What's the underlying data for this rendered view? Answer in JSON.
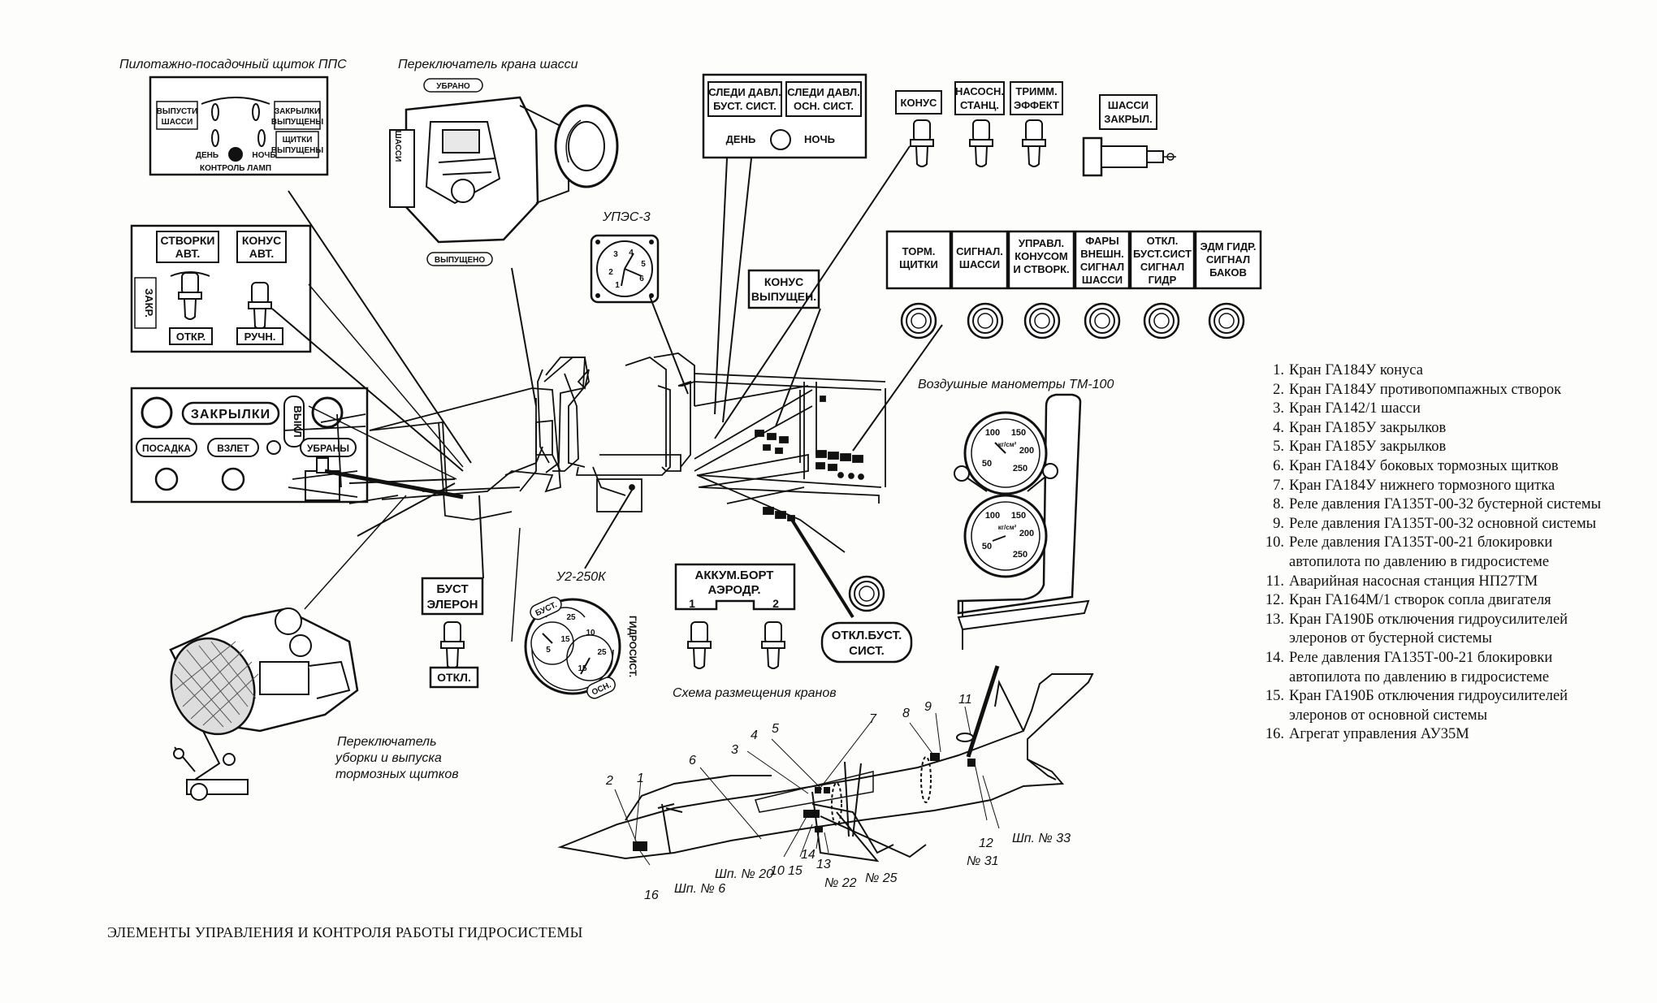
{
  "titles": {
    "pps": "Пилотажно-посадочный щиток ППС",
    "gear_switch": "Переключатель крана шасси",
    "upes": "УПЭС-3",
    "u2": "У2-250К",
    "manometers": "Воздушные манометры ТМ-100",
    "valve_scheme": "Схема размещения кранов",
    "brake_switch": [
      "Переключатель",
      "уборки и выпуска",
      "тормозных щитков"
    ]
  },
  "pps_panel": {
    "release_gear": [
      "ВЫПУСТИ",
      "ШАССИ"
    ],
    "flaps_out": [
      "ЗАКРЫЛКИ",
      "ВЫПУЩЕНЫ"
    ],
    "shields_out": [
      "ЩИТКИ",
      "ВЫПУЩЕНЫ"
    ],
    "lamp_control": [
      "ДЕНЬ",
      "НОЧЬ",
      "КОНТРОЛЬ ЛАМП"
    ]
  },
  "gear_panel": {
    "up": "УБРАНО",
    "down": "ВЫПУЩЕНО",
    "side": "ШАССИ"
  },
  "cone_panel": {
    "flaps_auto": [
      "СТВОРКИ",
      "АВТ."
    ],
    "cone_auto": [
      "КОНУС",
      "АВТ."
    ],
    "closed": "ЗАКР.",
    "open": "ОТКР.",
    "manual": "РУЧН."
  },
  "flaps_panel": {
    "flaps": "ЗАКРЫЛКИ",
    "off": "ВЫКЛ",
    "landing": "ПОСАДКА",
    "takeoff": "ВЗЛЕТ",
    "retracted": "УБРАНЫ"
  },
  "pressure_panel": {
    "boost": [
      "СЛЕДИ ДАВЛ.",
      "БУСТ. СИСТ."
    ],
    "main": [
      "СЛЕДИ ДАВЛ.",
      "ОСН. СИСТ."
    ],
    "day": "ДЕНЬ",
    "night": "НОЧЬ"
  },
  "cone_out": [
    "КОНУС",
    "ВЫПУЩЕН."
  ],
  "top_switches": [
    {
      "label": [
        "КОНУС"
      ]
    },
    {
      "label": [
        "НАСОСН.",
        "СТАНЦ."
      ]
    },
    {
      "label": [
        "ТРИММ.",
        "ЭФФЕКТ"
      ]
    }
  ],
  "gear_closed": [
    "ШАССИ",
    "ЗАКРЫЛ."
  ],
  "lamps": [
    {
      "label": [
        "ТОРМ.",
        "ЩИТКИ"
      ]
    },
    {
      "label": [
        "СИГНАЛ.",
        "ШАССИ"
      ]
    },
    {
      "label": [
        "УПРАВЛ.",
        "КОНУСОМ",
        "И СТВОРК."
      ]
    },
    {
      "label": [
        "ФАРЫ",
        "ВНЕШН.",
        "СИГНАЛ",
        "ШАССИ"
      ]
    },
    {
      "label": [
        "ОТКЛ.",
        "БУСТ.СИСТ",
        "СИГНАЛ",
        "ГИДР"
      ]
    },
    {
      "label": [
        "ЭДМ ГИДР.",
        "СИГНАЛ",
        "БАКОВ"
      ]
    }
  ],
  "boost_aileron": {
    "label": [
      "БУСТ",
      "ЭЛЕРОН"
    ],
    "off": "ОТКЛ."
  },
  "accum": {
    "label": [
      "АККУМ.БОРТ",
      "АЭРОДР."
    ],
    "one": "1",
    "two": "2"
  },
  "boost_off": [
    "ОТКЛ.БУСТ.",
    "СИСТ."
  ],
  "u2_gauge": {
    "bust": "БУСТ.",
    "osn": "ОСН.",
    "side": "ГИДРОСИСТ.",
    "ticks": [
      "25",
      "15",
      "5",
      "10",
      "25",
      "15"
    ]
  },
  "upes_gauge": {
    "ticks": [
      "3",
      "4",
      "5",
      "6",
      "2",
      "1"
    ]
  },
  "manometer_gauge": {
    "ticks": [
      "50",
      "100",
      "150",
      "200",
      "250"
    ],
    "unit": "кг/см²"
  },
  "aircraft_callouts": [
    "1",
    "2",
    "3",
    "4",
    "5",
    "6",
    "7",
    "8",
    "9",
    "11",
    "10",
    "15",
    "14",
    "13",
    "12",
    "16"
  ],
  "aircraft_frames": [
    "Шп. № 6",
    "Шп. № 20",
    "№ 22",
    "№ 25",
    "№ 31",
    "Шп. № 33"
  ],
  "caption": "ЭЛЕМЕНТЫ УПРАВЛЕНИЯ И КОНТРОЛЯ РАБОТЫ ГИДРОСИСТЕМЫ",
  "legend": [
    {
      "n": "1.",
      "text": "Кран ГА184У конуса"
    },
    {
      "n": "2.",
      "text": "Кран ГА184У противопомпажных створок"
    },
    {
      "n": "3.",
      "text": "Кран ГА142/1 шасси"
    },
    {
      "n": "4.",
      "text": "Кран ГА185У закрылков"
    },
    {
      "n": "5.",
      "text": "Кран ГА185У закрылков"
    },
    {
      "n": "6.",
      "text": "Кран ГА184У боковых тормозных щитков"
    },
    {
      "n": "7.",
      "text": "Кран ГА184У нижнего тормозного щитка"
    },
    {
      "n": "8.",
      "text": "Реле давления ГА135Т-00-32 бустерной системы"
    },
    {
      "n": "9.",
      "text": "Реле давления ГА135Т-00-32 основной системы"
    },
    {
      "n": "10.",
      "text": "Реле давления ГА135Т-00-21 блокировки автопилота по давлению в гидросистеме"
    },
    {
      "n": "11.",
      "text": "Аварийная насосная станция НП27ТМ"
    },
    {
      "n": "12.",
      "text": "Кран ГА164М/1 створок сопла двигателя"
    },
    {
      "n": "13.",
      "text": "Кран ГА190Б отключения гидроусилителей элеронов от бустерной системы"
    },
    {
      "n": "14.",
      "text": "Реле давления ГА135Т-00-21 блокировки автопилота по давлению в гидросистеме"
    },
    {
      "n": "15.",
      "text": "Кран ГА190Б отключения гидроусилителей элеронов от основной системы"
    },
    {
      "n": "16.",
      "text": "Агрегат управления АУ35М"
    }
  ]
}
